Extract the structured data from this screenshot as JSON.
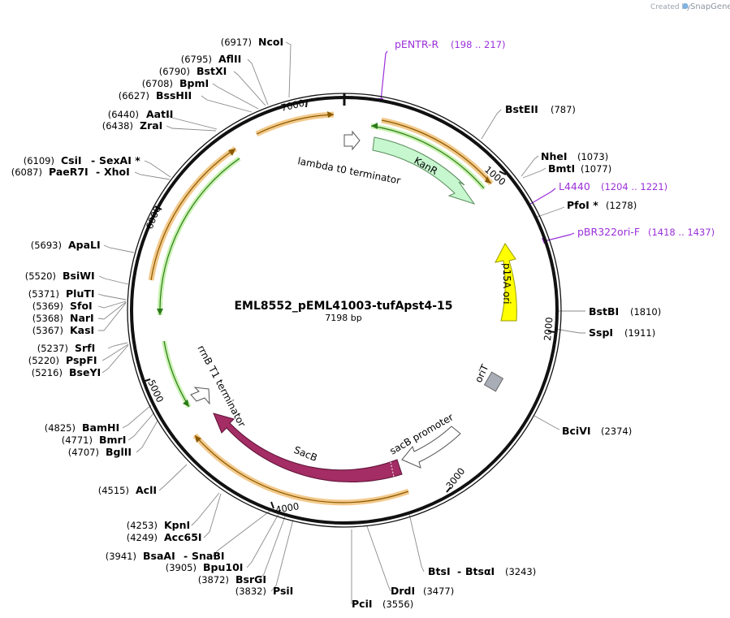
{
  "credit": {
    "created_by": "Created by",
    "app": "SnapGene"
  },
  "plasmid": {
    "name": "EML8552_pEML41003-tufApst4-15",
    "size": "7198 bp"
  },
  "ticks": [
    "1000",
    "2000",
    "3000",
    "4000",
    "5000",
    "6000",
    "7000"
  ],
  "enzymes": [
    {
      "name": "NcoI",
      "pos": "(6917)"
    },
    {
      "name": "AflII",
      "pos": "(6795)"
    },
    {
      "name": "BstXI",
      "pos": "(6790)"
    },
    {
      "name": "BpmI",
      "pos": "(6708)"
    },
    {
      "name": "BssHII",
      "pos": "(6627)"
    },
    {
      "name": "AatII",
      "pos": "(6440)"
    },
    {
      "name": "ZraI",
      "pos": "(6438)"
    },
    {
      "name": "CsiI",
      "pos": "(6109)"
    },
    {
      "name": "SexAI *",
      "pos": ""
    },
    {
      "name": "PaeR7I",
      "pos": "(6087)"
    },
    {
      "name": "XhoI",
      "pos": ""
    },
    {
      "name": "ApaLI",
      "pos": "(5693)"
    },
    {
      "name": "BsiWI",
      "pos": "(5520)"
    },
    {
      "name": "PluTI",
      "pos": "(5371)"
    },
    {
      "name": "SfoI",
      "pos": "(5369)"
    },
    {
      "name": "NarI",
      "pos": "(5368)"
    },
    {
      "name": "KasI",
      "pos": "(5367)"
    },
    {
      "name": "SrfI",
      "pos": "(5237)"
    },
    {
      "name": "PspFI",
      "pos": "(5220)"
    },
    {
      "name": "BseYI",
      "pos": "(5216)"
    },
    {
      "name": "BamHI",
      "pos": "(4825)"
    },
    {
      "name": "BmrI",
      "pos": "(4771)"
    },
    {
      "name": "BglII",
      "pos": "(4707)"
    },
    {
      "name": "AclI",
      "pos": "(4515)"
    },
    {
      "name": "KpnI",
      "pos": "(4253)"
    },
    {
      "name": "Acc65I",
      "pos": "(4249)"
    },
    {
      "name": "BsaAI",
      "pos": "(3941)"
    },
    {
      "name": "SnaBI",
      "pos": ""
    },
    {
      "name": "Bpu10I",
      "pos": "(3905)"
    },
    {
      "name": "BsrGI",
      "pos": "(3872)"
    },
    {
      "name": "PsiI",
      "pos": "(3832)"
    },
    {
      "name": "PciI",
      "pos": "(3556)"
    },
    {
      "name": "DrdI",
      "pos": "(3477)"
    },
    {
      "name": "BtsI",
      "pos": "(3243)"
    },
    {
      "name": "BtsαI",
      "pos": ""
    },
    {
      "name": "BciVI",
      "pos": "(2374)"
    },
    {
      "name": "SspI",
      "pos": "(1911)"
    },
    {
      "name": "BstBI",
      "pos": "(1810)"
    },
    {
      "name": "PfoI *",
      "pos": "(1278)"
    },
    {
      "name": "BmtI",
      "pos": "(1077)"
    },
    {
      "name": "NheI",
      "pos": "(1073)"
    },
    {
      "name": "BstEII",
      "pos": "(787)"
    }
  ],
  "primers": [
    {
      "name": "pENTR-R",
      "range": "(198 .. 217)"
    },
    {
      "name": "L4440",
      "range": "(1204 .. 1221)"
    },
    {
      "name": "pBR322ori-F",
      "range": "(1418 .. 1437)"
    }
  ],
  "features": {
    "lambda": "lambda t0 terminator",
    "kanr": "KanR",
    "p15a": "p15A ori",
    "orit": "oriT",
    "sacb_promoter": "sacB promoter",
    "sacb": "SacB",
    "rrnb": "rrnB T1 terminator"
  },
  "colors": {
    "backbone": "#111111",
    "orf_orange": "#f3c98b",
    "orf_green": "#c9f2b0",
    "kanr": "#c6f7cf",
    "p15a": "#ffff00",
    "sacb": "#a32d64",
    "orit": "#a9aeb6",
    "primer": "#9b30d9"
  }
}
